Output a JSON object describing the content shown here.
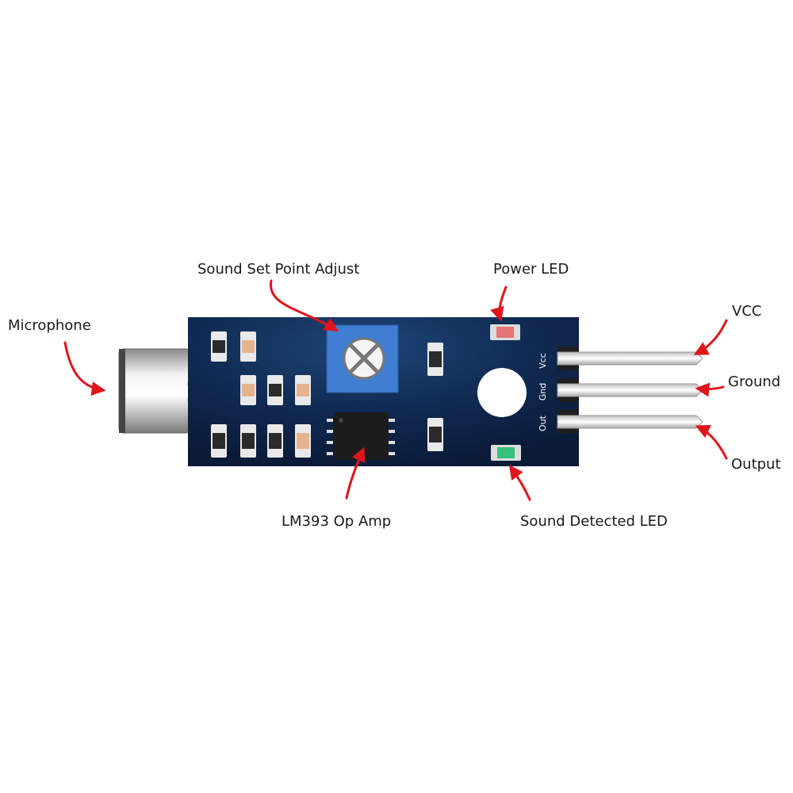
{
  "labels": {
    "microphone": "Microphone",
    "set_point": "Sound Set Point Adjust",
    "power_led": "Power LED",
    "vcc": "VCC",
    "ground": "Ground",
    "output": "Output",
    "op_amp": "LM393 Op Amp",
    "sound_led": "Sound Detected LED"
  },
  "pins": {
    "vcc": "Vcc",
    "gnd": "Gnd",
    "out": "Out"
  },
  "colors": {
    "pcb": "#0c1f3e",
    "pcb_highlight": "#1c4373",
    "arrow": "#e0141b",
    "potentiometer": "#3f7ed0",
    "chip": "#1c1c1c",
    "resistor_tan": "#e5b48f",
    "smd_dark": "#2b2b2b",
    "power_led": "#e57777",
    "sound_led": "#33c27a"
  }
}
